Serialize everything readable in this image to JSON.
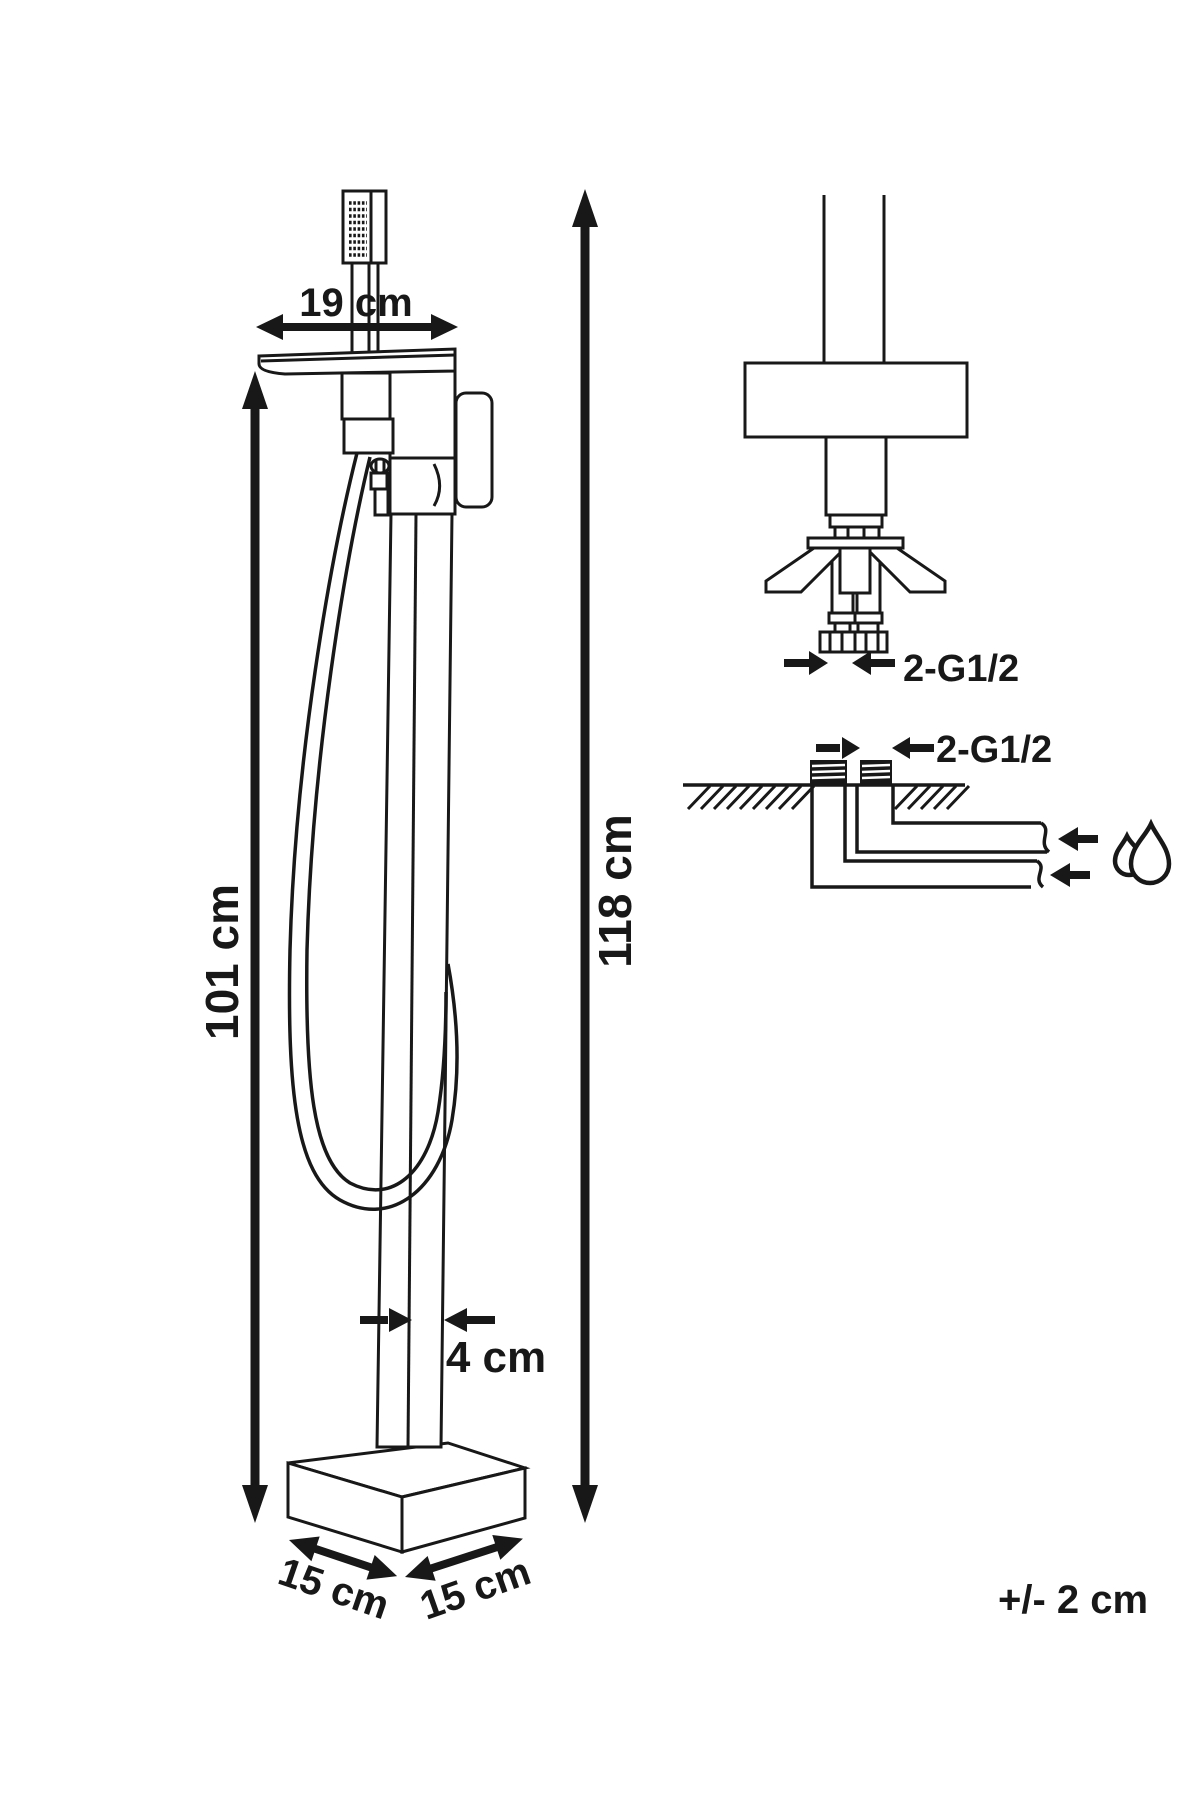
{
  "page": {
    "background": "#ffffff",
    "line_color": "#181818",
    "description": "Technical dimension drawing of a freestanding bathtub faucet column with hand shower, base plate and floor plumbing installation detail"
  },
  "dimensions": {
    "spout_width": {
      "label": "19 cm"
    },
    "spout_height": {
      "label": "101 cm"
    },
    "total_height": {
      "label": "118 cm"
    },
    "column_width": {
      "label": "4 cm"
    },
    "base_depth": {
      "label": "15 cm"
    },
    "base_width": {
      "label": "15 cm"
    },
    "tolerance": {
      "label": "+/- 2 cm"
    }
  },
  "connections": {
    "hose_fittings": {
      "label": "2-G1/2"
    },
    "floor_fittings": {
      "label": "2-G1/2"
    }
  },
  "icons": {
    "water_drops": "water-drops-icon"
  }
}
